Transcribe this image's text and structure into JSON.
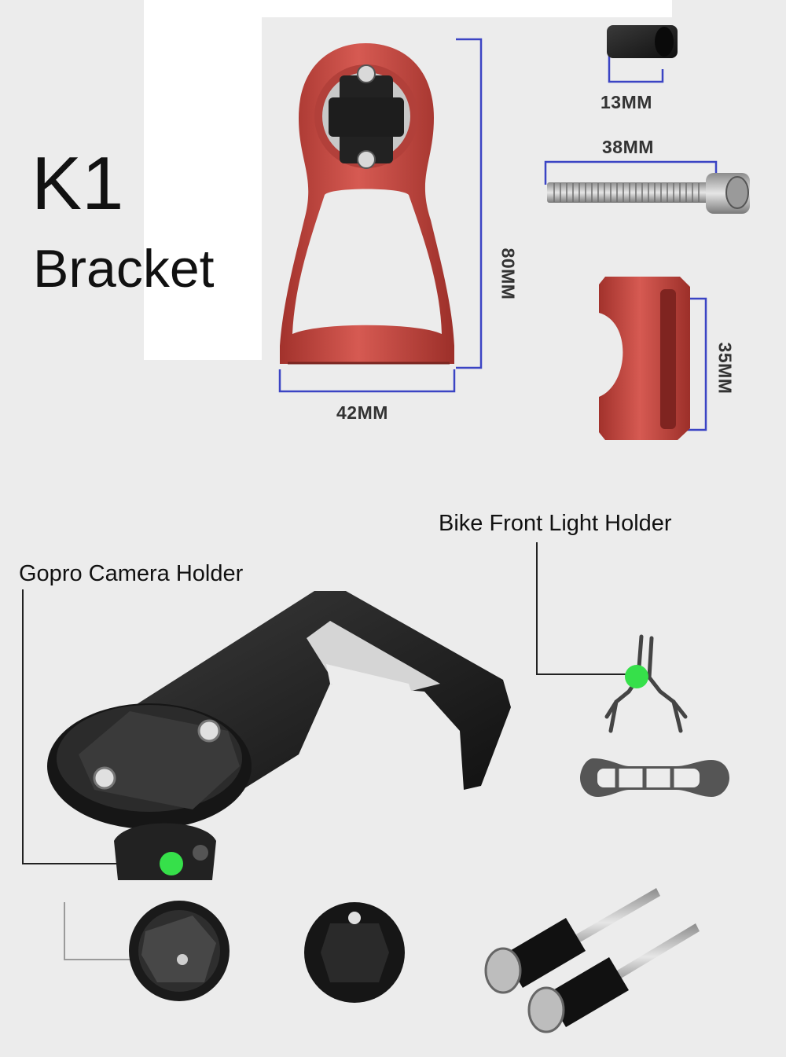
{
  "title": {
    "line1": "K1",
    "line2": "Bracket"
  },
  "dimensions": {
    "bracket_height": "80MM",
    "bracket_width": "42MM",
    "spacer": "13MM",
    "bolt": "38MM",
    "clamp": "35MM"
  },
  "callouts": {
    "light_holder": "Bike Front Light Holder",
    "gopro_holder": "Gopro Camera Holder"
  },
  "colors": {
    "bracket_red": "#c8463f",
    "dimension_line": "#3b44c4",
    "callout_dot": "#36e04a",
    "hardware_black": "#1c1c1c"
  }
}
